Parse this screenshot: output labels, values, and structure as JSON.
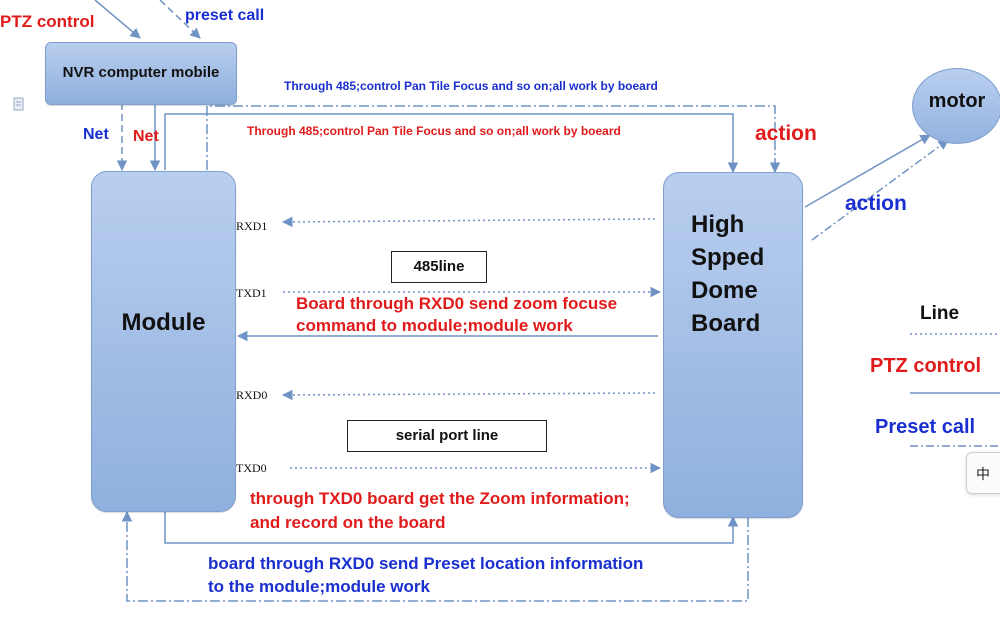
{
  "top_labels": {
    "ptz_control": "PTZ control",
    "preset_call": "preset call"
  },
  "nvr_box": {
    "label": "NVR computer mobile"
  },
  "net_labels": {
    "left": "Net",
    "right": "Net"
  },
  "through485_blue": "Through 485;control Pan Tile Focus and so on;all work by boeard",
  "through485_red": "Through 485;control Pan Tile Focus and so on;all work by boeard",
  "module_box": {
    "label": "Module"
  },
  "dome_box": {
    "label_lines": [
      "High",
      "Spped",
      "Dome",
      "Board"
    ]
  },
  "motor": {
    "label": "motor"
  },
  "actions": {
    "red": "action",
    "blue": "action"
  },
  "pins": {
    "rxd1": "RXD1",
    "txd1": "TXD1",
    "rxd0": "RXD0",
    "txd0": "TXD0"
  },
  "line_boxes": {
    "line485": "485line",
    "serial": "serial port line"
  },
  "annotations": {
    "zoom_focus_line1": "Board through RXD0 send zoom focuse",
    "zoom_focus_line2": "command to module;module work",
    "txd0_line1": "through TXD0 board get the Zoom information;",
    "txd0_line2": "and record on the board",
    "preset_line1": "board through RXD0 send Preset location information",
    "preset_line2": "to the module;module work"
  },
  "legend": {
    "line": "Line",
    "ptz_control": "PTZ control",
    "preset_call": "Preset call"
  },
  "ime_indicator": "中",
  "colors": {
    "red": "#e11b1b",
    "blue": "#1a2fd0",
    "line_blue": "#6f93c4",
    "box_fill": "#a6c0e6"
  }
}
